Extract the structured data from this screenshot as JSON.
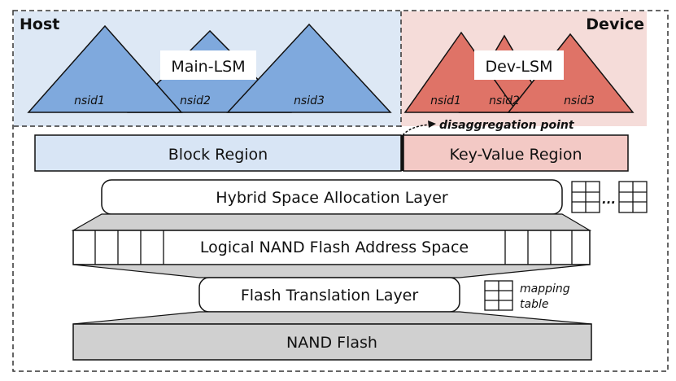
{
  "host": {
    "label": "Host",
    "tree_label": "Main-LSM",
    "namespaces": [
      "nsid1",
      "nsid2",
      "nsid3"
    ]
  },
  "device": {
    "label": "Device",
    "tree_label": "Dev-LSM",
    "namespaces": [
      "nsid1",
      "nsid2",
      "nsid3"
    ]
  },
  "disaggregation_label": "disaggregation point",
  "regions": {
    "block": "Block Region",
    "key_value": "Key-Value Region"
  },
  "layers": {
    "allocation": "Hybrid Space Allocation Layer",
    "logical_space": "Logical NAND Flash Address Space",
    "ftl": "Flash Translation Layer",
    "nand": "NAND Flash"
  },
  "ellipsis": "...",
  "mapping_table_label": [
    "mapping",
    "table"
  ],
  "colors": {
    "host_bg": "#dde8f5",
    "device_bg": "#f5dcd9",
    "host_tree": "#7fa9dd",
    "device_tree": "#df7367",
    "block_region": "#d8e5f5",
    "kv_region": "#f3c9c5",
    "gray_layer": "#d0d0d0"
  }
}
